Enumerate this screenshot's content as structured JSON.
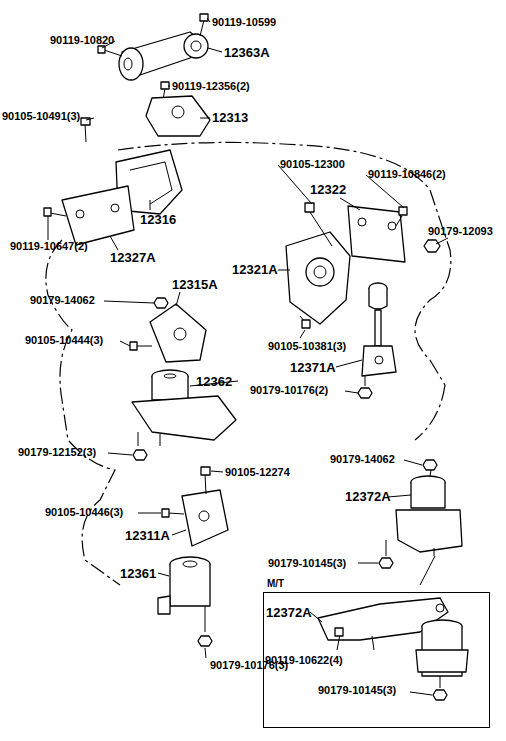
{
  "diagram": {
    "nodes": [
      {
        "text": [
          "M/T"
        ]
      }
    ],
    "labels": [
      "90119-10599",
      "90119-10820",
      "12363A",
      "90119-12356(2)",
      "12313",
      "90105-10491(3)",
      "90105-12300",
      "90119-10846(2)",
      "12322",
      "12316",
      "90119-10647(2)",
      "12327A",
      "90179-12093",
      "12321A",
      "12315A",
      "90179-14062",
      "90105-10444(3)",
      "90105-10381(3)",
      "12362",
      "12371A",
      "90179-10176(2)",
      "90179-12152(3)",
      "90179-14062",
      "90105-12274",
      "12372A",
      "90105-10446(3)",
      "12311A",
      "12361",
      "90179-10145(3)",
      "90179-10176(3)",
      "12372A",
      "90119-10622(4)",
      "90179-10145(3)"
    ]
  }
}
